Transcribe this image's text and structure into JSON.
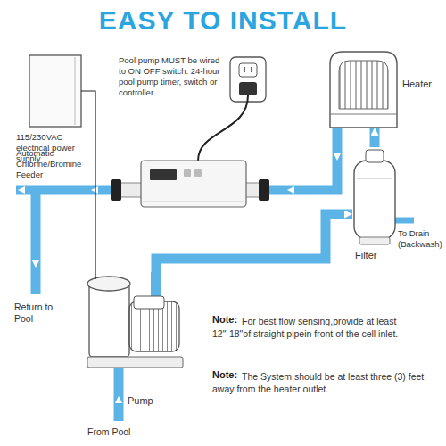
{
  "diagram": {
    "title": "EASY TO INSTALL",
    "nodes": [
      {
        "text": [
          "115/230VAC electrical power supply"
        ]
      },
      {
        "text": [
          "Heater"
        ]
      },
      {
        "text": [
          "Filter"
        ]
      },
      {
        "text": [
          "Pump"
        ]
      }
    ],
    "edges": [
      {
        "from": 3,
        "to": 2,
        "arrow": "to"
      },
      {
        "from": 2,
        "to": 1,
        "arrow": "to"
      },
      {
        "from": 0,
        "to": 3,
        "arrow": "none"
      }
    ],
    "labels": [
      "Pool pump MUST be wired to ON OFF switch. 24-hour pool pump timer, switch or controller",
      "Automatic Chlorine/Bromine Feeder",
      "Return to Pool",
      "To Drain (Backwash)",
      "From Pool",
      "Note:",
      "For best flow sensing,provide at least 12\"-18\"of straight pipein front of the cell inlet.",
      "Note:",
      "The System should be at least three (3) feet away from the heater outlet."
    ]
  }
}
